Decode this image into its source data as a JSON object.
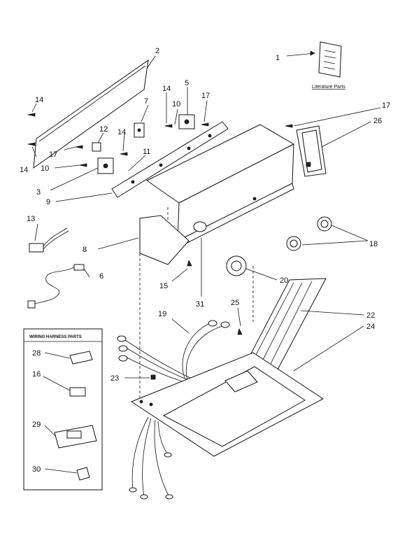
{
  "callouts": {
    "c1": "1",
    "c2": "2",
    "c3": "3",
    "c5": "5",
    "c6": "6",
    "c7": "7",
    "c8": "8",
    "c9": "9",
    "c10a": "10",
    "c10b": "10",
    "c11": "11",
    "c12": "12",
    "c13": "13",
    "c14a": "14",
    "c14b": "14",
    "c14c": "14",
    "c14d": "14",
    "c15": "15",
    "c16": "16",
    "c17a": "17",
    "c17b": "17",
    "c17c": "17",
    "c18": "18",
    "c19": "19",
    "c20": "20",
    "c22": "22",
    "c23": "23",
    "c24": "24",
    "c25": "25",
    "c26": "26",
    "c28": "28",
    "c29": "29",
    "c30": "30",
    "c31": "31"
  },
  "literature_parts_label": "Literature Parts",
  "wiring_harness_box_title": "WIRING HARNESS PARTS"
}
